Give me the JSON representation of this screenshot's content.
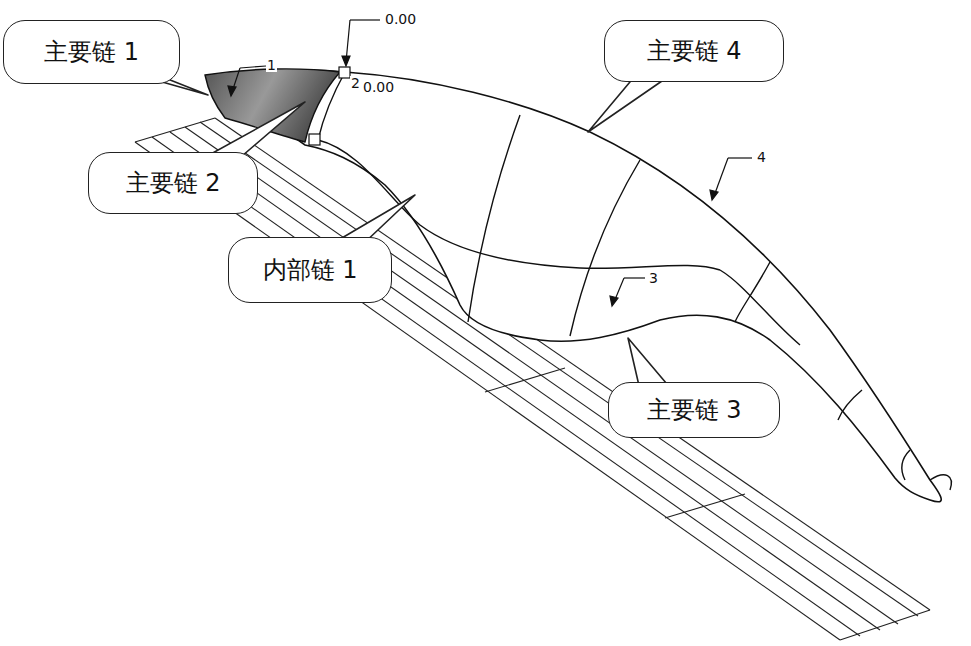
{
  "diagram": {
    "nodes": [
      {
        "text": [
          "主要链 1"
        ]
      },
      {
        "text": [
          "主要链 4"
        ]
      },
      {
        "text": [
          "主要链 2"
        ]
      },
      {
        "text": [
          "内部链 1"
        ]
      },
      {
        "text": [
          "主要链 3"
        ]
      }
    ],
    "labels": [
      "1",
      "0.00",
      "2",
      "0.00",
      "4",
      "3"
    ]
  }
}
